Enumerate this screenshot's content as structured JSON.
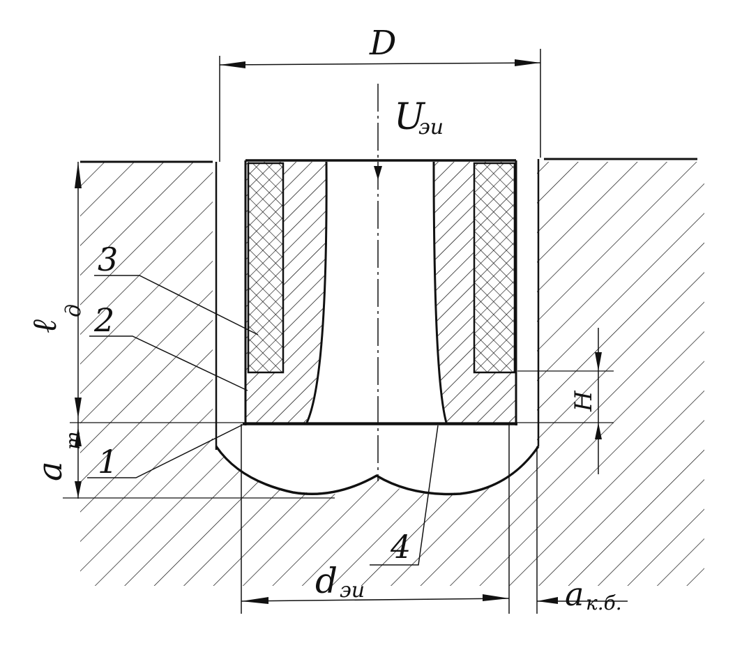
{
  "labels": {
    "D": "D",
    "U_ei_main": "U",
    "U_ei_sub": "эи",
    "l_main": "ℓ",
    "l_sub": "д",
    "a_t_main": "a",
    "a_t_sub": "т",
    "d_ei_main": "d",
    "d_ei_sub": "эи",
    "a_kb_main": "a",
    "a_kb_sub": "к.б.",
    "H": "H",
    "n1": "1",
    "n2": "2",
    "n3": "3",
    "n4": "4"
  },
  "colors": {
    "ink": "#111111",
    "paper": "#ffffff"
  }
}
